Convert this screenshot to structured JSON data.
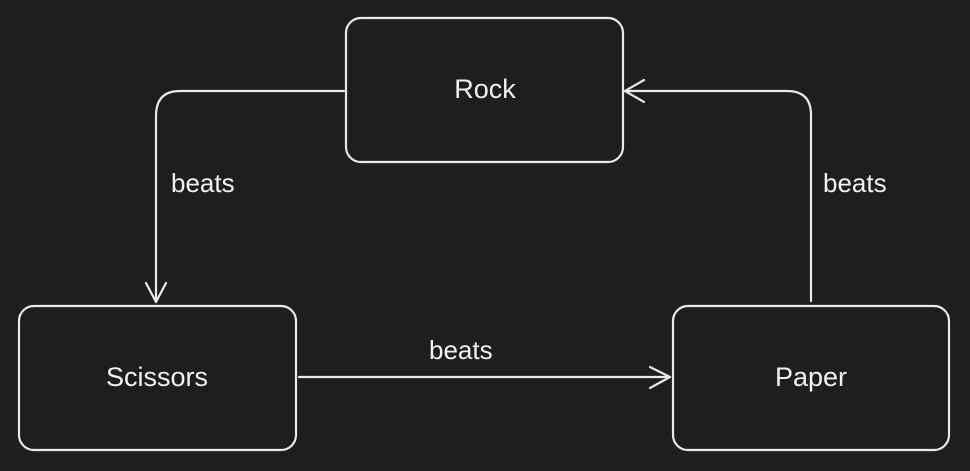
{
  "diagram": {
    "nodes": {
      "rock": {
        "label": "Rock"
      },
      "scissors": {
        "label": "Scissors"
      },
      "paper": {
        "label": "Paper"
      }
    },
    "edges": [
      {
        "from": "Rock",
        "to": "Scissors",
        "label": "beats"
      },
      {
        "from": "Scissors",
        "to": "Paper",
        "label": "beats"
      },
      {
        "from": "Paper",
        "to": "Rock",
        "label": "beats"
      }
    ]
  },
  "colors": {
    "background": "#1e1e1e",
    "stroke": "#e9e9e9",
    "text": "#f2f2f2"
  }
}
